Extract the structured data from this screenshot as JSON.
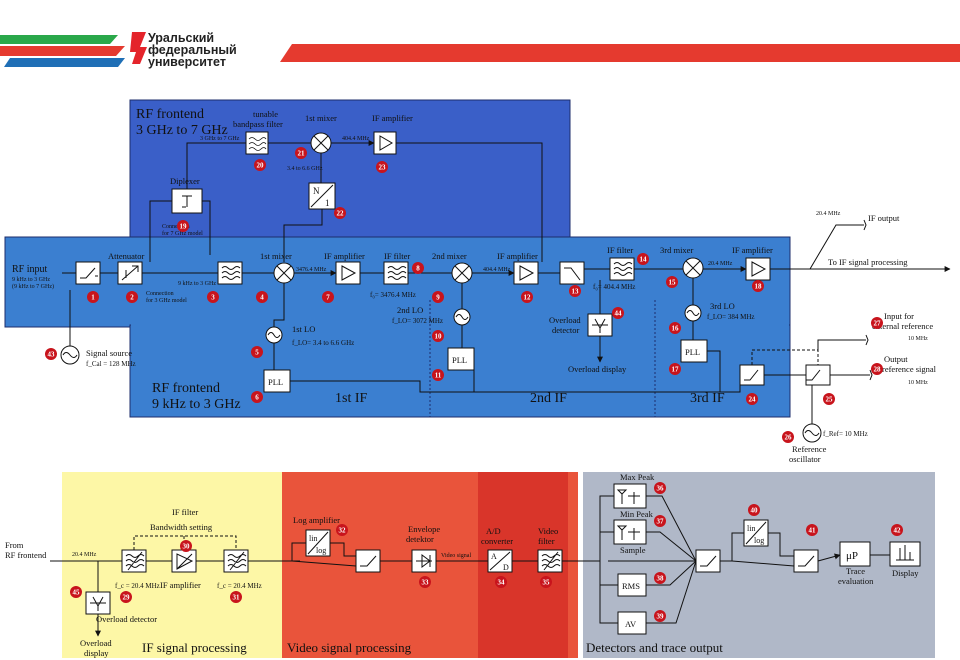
{
  "header": {
    "university_lines": [
      "Уральский",
      "федеральный",
      "университет"
    ],
    "colors": {
      "red": "#e0262c",
      "blue": "#1f6fb6",
      "green": "#2aa84a",
      "stripe_red": "#e53a2f",
      "logo_red": "#e4242b"
    }
  },
  "frontend_hi": {
    "title_line1": "RF frontend",
    "title_line2": "3 GHz to 7 GHz",
    "tunable_filter": "tunable",
    "tunable_filter2": "bandpass filter",
    "range_in": "3 GHz to 7 GHz",
    "mixer1": "1st mixer",
    "lo_range": "3.4 to 6.6 GHz",
    "if_amp": "IF amplifier",
    "if_freq": "404.4 MHz",
    "diplexer": "Diplexer",
    "conn7": "Connection",
    "conn7b": "for 7 GHz model",
    "conn3": "Connection",
    "conn3b": "for 3 GHz model",
    "n_label": "N",
    "one_label": "1"
  },
  "frontend_lo": {
    "title_line1": "RF frontend",
    "title_line2": "9 kHz to 3 GHz",
    "rf_input": "RF input",
    "rf_range1": "9 kHz to 3 GHz",
    "rf_range2": "(9 kHz to 7 GHz)",
    "attenuator": "Attenuator",
    "range_9k3g": "9 kHz to 3 GHz",
    "mixer1": "1st mixer",
    "freq_3476": "3476.4 MHz",
    "if_amp1": "IF amplifier",
    "if_filter1": "IF filter",
    "fo_3476": "f₀= 3476.4 MHz",
    "mixer2": "2nd mixer",
    "lo2": "2nd LO",
    "flo_3072": "f_LO= 3072 MHz",
    "if_amp2": "IF amplifier",
    "freq_404": "404.4 MHz",
    "if_filter2": "IF filter",
    "fo_404": "f₀= 404.4 MHz",
    "overload_detector1": "Overload",
    "overload_detector2": "detector",
    "overload_display": "Overload display",
    "mixer3": "3rd mixer",
    "if_amp3": "IF amplifier",
    "freq_204": "20.4 MHz",
    "lo3": "3rd LO",
    "flo_384": "f_LO= 384 MHz",
    "lo1": "1st LO",
    "flo_1": "f_LO= 3.4 to 6.6 GHz",
    "pll": "PLL",
    "if1": "1st IF",
    "if2": "2nd IF",
    "if3": "3rd IF",
    "signal_source": "Signal source",
    "fcal": "f_Cal = 128 MHz"
  },
  "right_side": {
    "if_output": "IF output",
    "freq_204": "20.4 MHz",
    "to_if": "To IF signal processing",
    "input_ref1": "Input for",
    "input_ref2": "external reference",
    "ten_mhz": "10 MHz",
    "output_ref1": "Output",
    "output_ref2": "reference signal",
    "ref_freq": "f_Ref= 10 MHz",
    "ref_osc1": "Reference",
    "ref_osc2": "oscillator"
  },
  "if_proc": {
    "title": "IF signal processing",
    "from1": "From",
    "from2": "RF frontend",
    "freq_204": "20.4 MHz",
    "if_filter": "IF filter",
    "bw_setting": "Bandwidth setting",
    "fc1": "f_c = 20.4 MHz",
    "fc2": "f_c = 20.4 MHz",
    "if_amp": "IF amplifier",
    "overload_detector": "Overload detector",
    "overload_display1": "Overload",
    "overload_display2": "display"
  },
  "video_proc": {
    "title": "Video signal processing",
    "log_amp": "Log amplifier",
    "lin": "lin",
    "log": "log",
    "envelope1": "Envelope",
    "envelope2": "detektor",
    "video_signal": "Video signal",
    "ad1": "A/D",
    "ad2": "converter",
    "a": "A",
    "d": "D",
    "vf1": "Video",
    "vf2": "filter"
  },
  "detectors": {
    "title": "Detectors and trace output",
    "max_peak": "Max Peak",
    "min_peak": "Min Peak",
    "sample": "Sample",
    "rms": "RMS",
    "av": "AV",
    "lin": "lin",
    "log": "log",
    "up": "μP",
    "trace1": "Trace",
    "trace2": "evaluation",
    "display": "Display"
  },
  "markers": [
    "1",
    "2",
    "3",
    "4",
    "5",
    "6",
    "7",
    "8",
    "9",
    "10",
    "11",
    "12",
    "13",
    "14",
    "15",
    "16",
    "17",
    "18",
    "19",
    "20",
    "21",
    "22",
    "23",
    "24",
    "25",
    "26",
    "27",
    "28",
    "29",
    "30",
    "31",
    "32",
    "33",
    "34",
    "35",
    "36",
    "37",
    "38",
    "39",
    "40",
    "41",
    "42",
    "43",
    "44",
    "45"
  ],
  "colors": {
    "frontend_blue": "#3b7fd0",
    "frontend_hi_blue": "#3a5fc8",
    "if_yellow": "#fdf7a6",
    "video_red": "#e9543b",
    "detector_gray": "#b0b8c8",
    "marker_red": "#c8141c",
    "line": "#111111"
  }
}
